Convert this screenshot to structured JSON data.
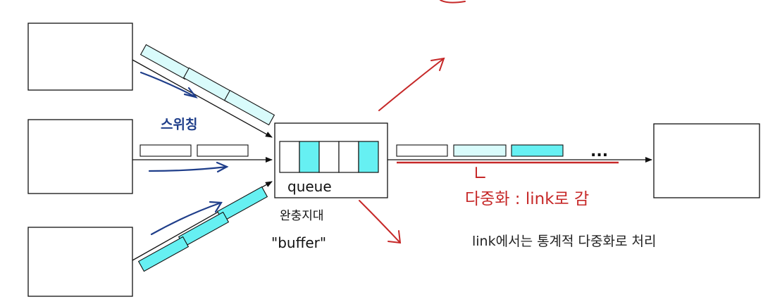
{
  "labels": {
    "switching": "스위칭",
    "queue": "queue",
    "buffer_ko": "완충지대",
    "buffer_en": "\"buffer\"",
    "ellipsis": "...",
    "multiplexing": "다중화 : link로 감",
    "stat_mux": "link에서는 통계적 다중화로 처리"
  },
  "colors": {
    "packet_light": "#d9fbfb",
    "packet_cyan": "#66f0f2",
    "line": "#111111",
    "blue_arrow": "#1f3e8a",
    "red": "#c62828"
  },
  "queue_slots": [
    {
      "filled": false
    },
    {
      "filled": true
    },
    {
      "filled": false
    },
    {
      "filled": false
    },
    {
      "filled": true
    }
  ],
  "packets": {
    "top_link": [
      "light",
      "light",
      "light"
    ],
    "middle_link": [
      "white",
      "white"
    ],
    "bottom_link": [
      "cyan",
      "cyan",
      "cyan"
    ],
    "output_link": [
      "white",
      "light",
      "cyan"
    ]
  }
}
